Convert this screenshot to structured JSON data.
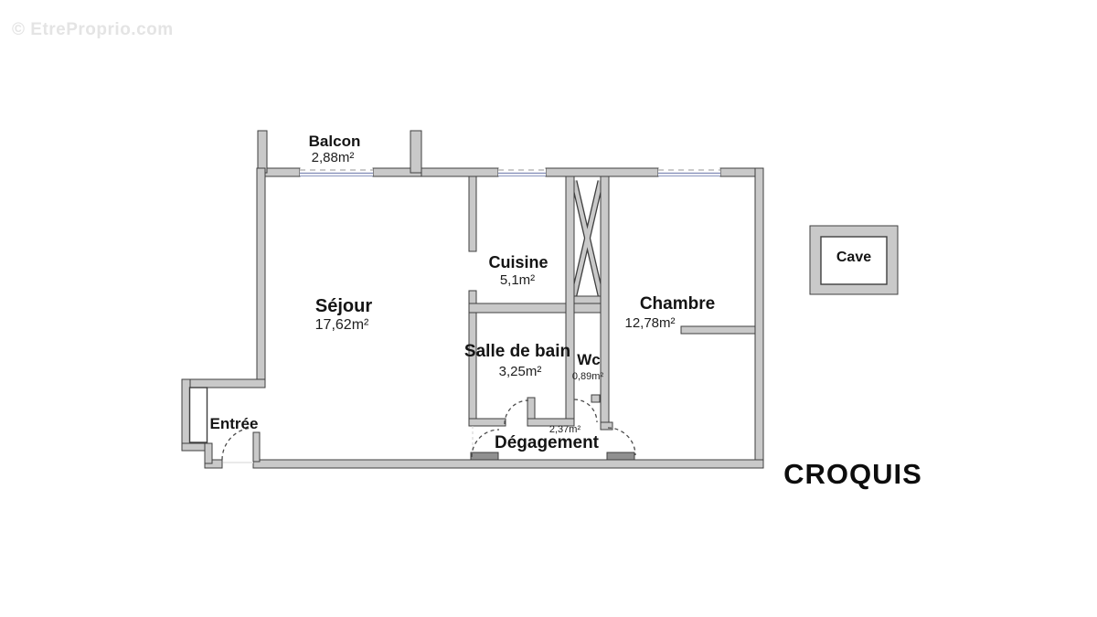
{
  "watermark": "© EtreProprio.com",
  "sketch_title": "CROQUIS",
  "rooms": {
    "balcon": {
      "name": "Balcon",
      "area": "2,88m²"
    },
    "sejour": {
      "name": "Séjour",
      "area": "17,62m²"
    },
    "cuisine": {
      "name": "Cuisine",
      "area": "5,1m²"
    },
    "salle_de_bain": {
      "name": "Salle de bain",
      "area": "3,25m²"
    },
    "wc": {
      "name": "Wc",
      "area": "0,89m²"
    },
    "chambre": {
      "name": "Chambre",
      "area": "12,78m²"
    },
    "degagement": {
      "name": "Dégagement",
      "area": "2,37m²"
    },
    "entree": {
      "name": "Entrée"
    },
    "cave": {
      "name": "Cave"
    }
  },
  "colors": {
    "wall_fill": "#c9c9c9",
    "wall_stroke": "#3f3f3f",
    "window_blue": "#8a94bd",
    "text": "#141414",
    "watermark": "#e4e4e4",
    "leaf": "#909090",
    "bg": "#ffffff"
  }
}
